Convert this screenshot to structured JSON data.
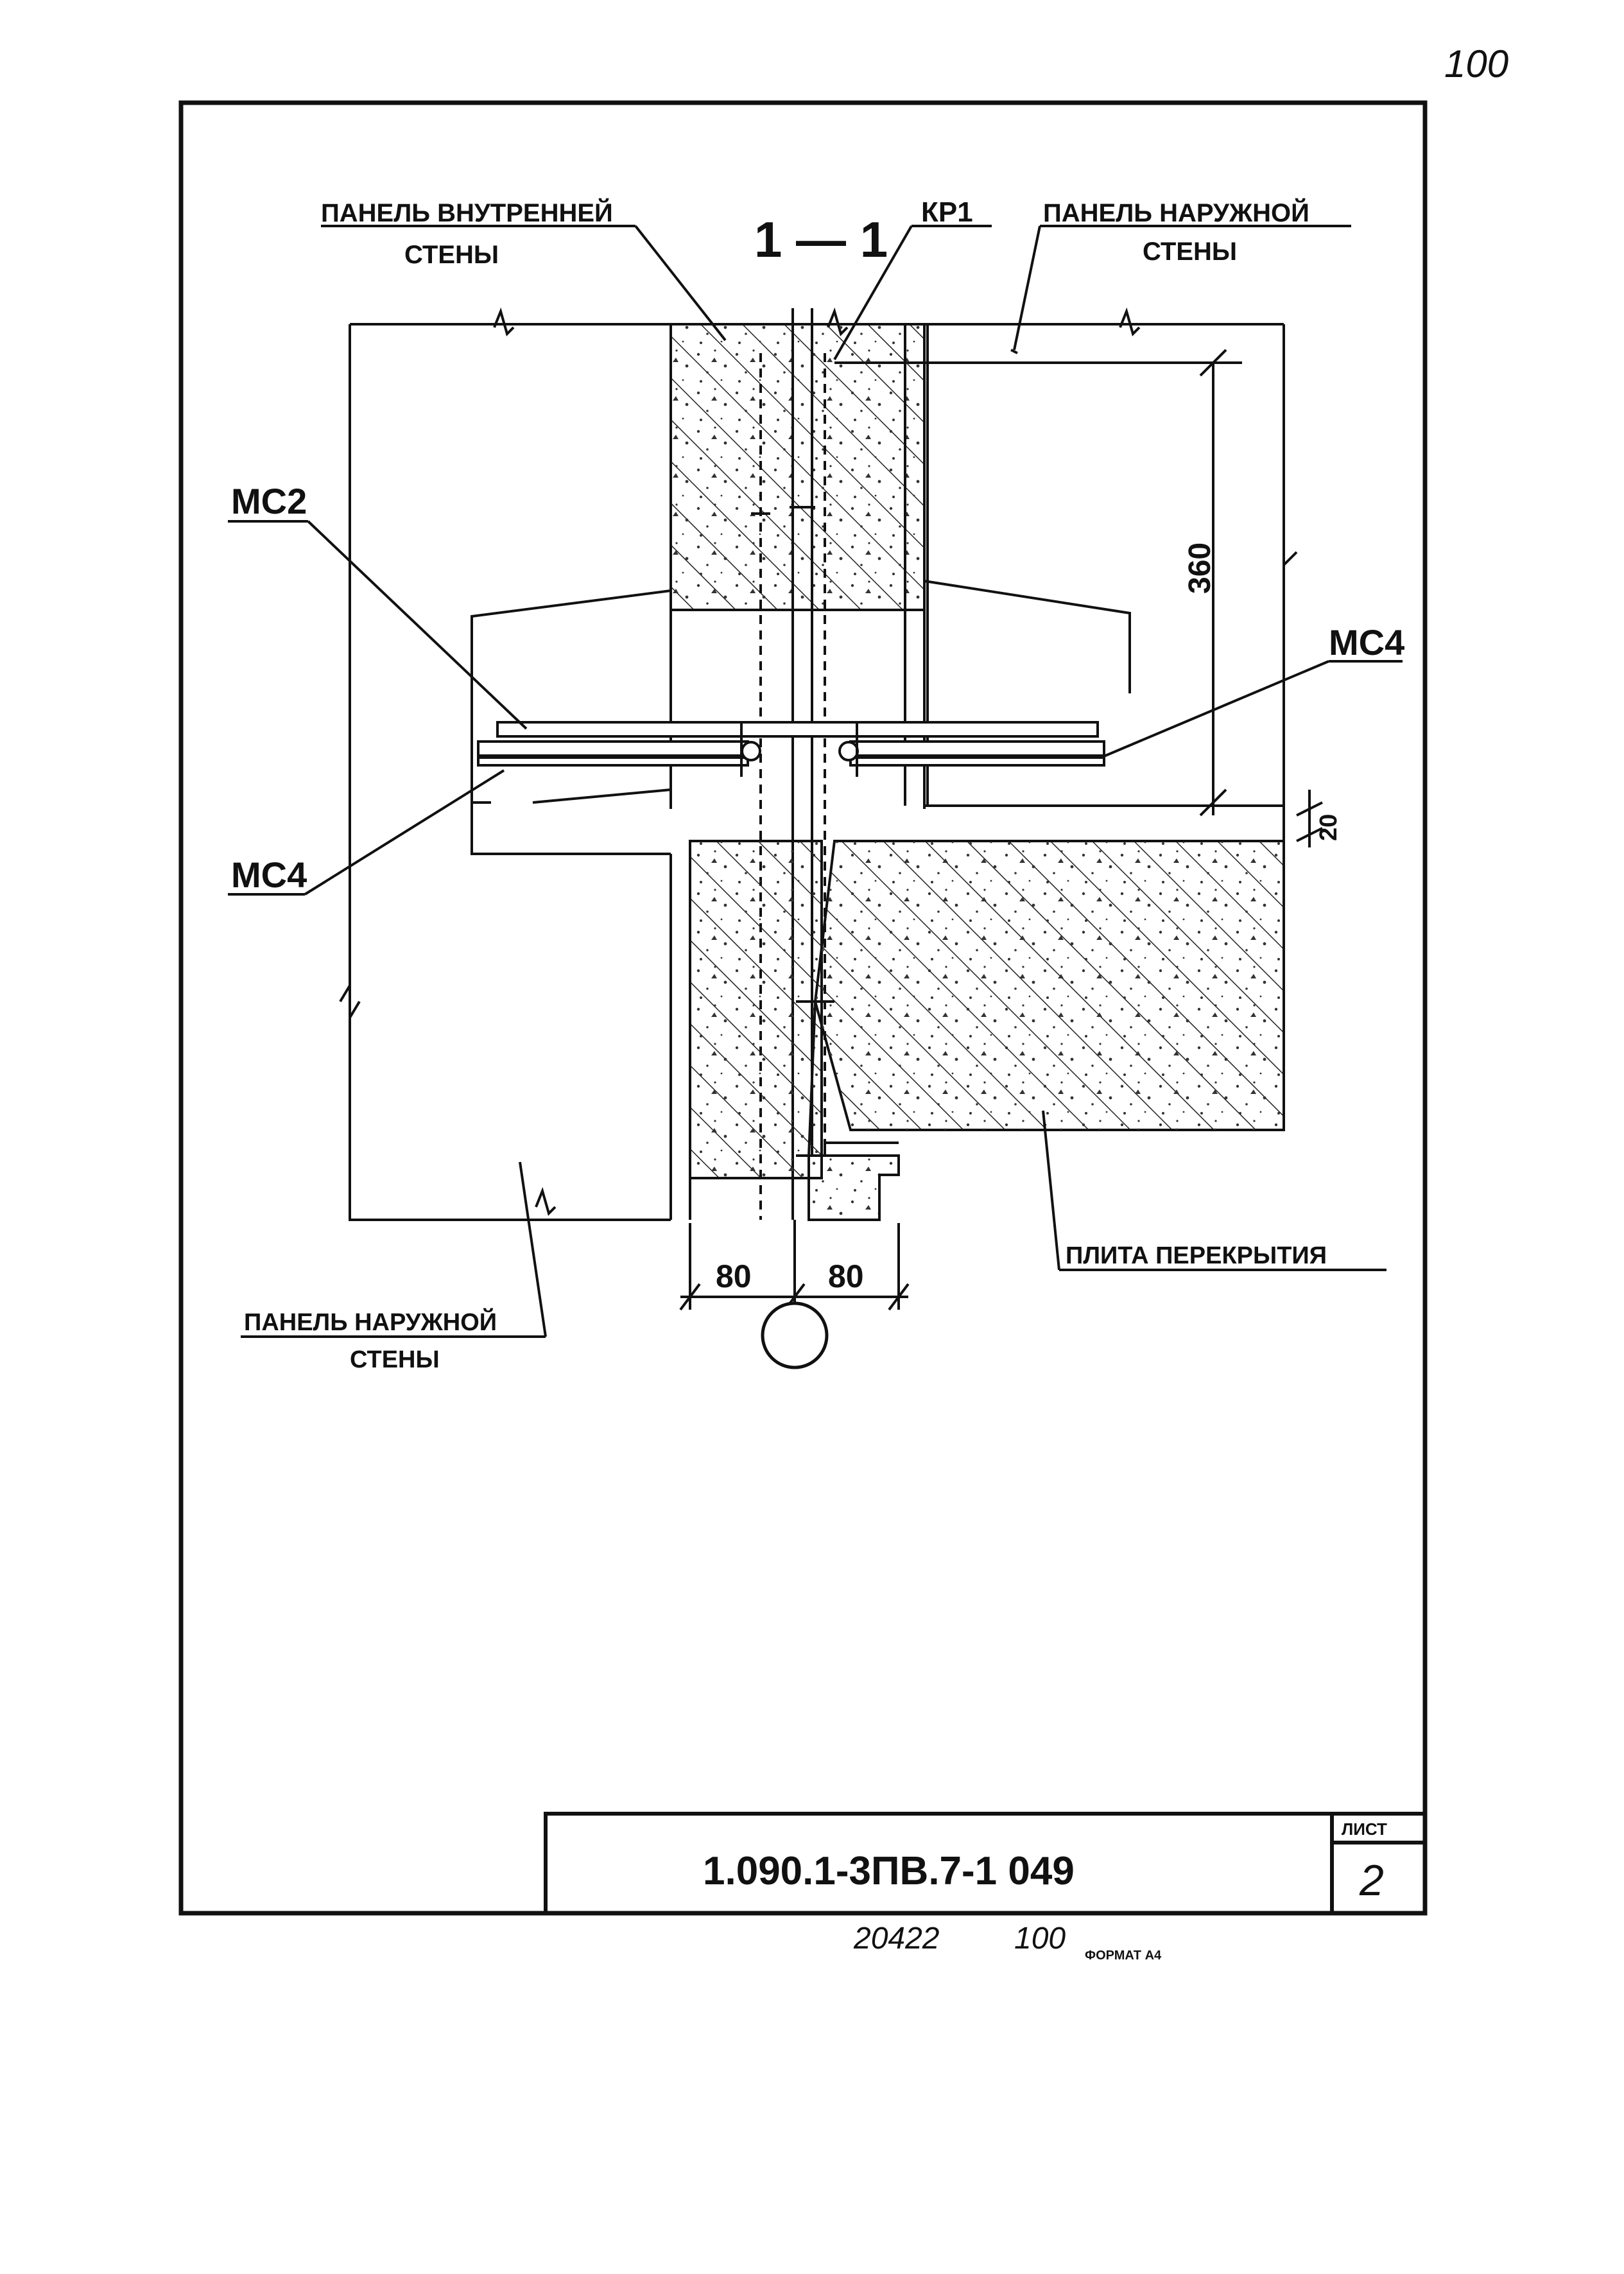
{
  "page_mark": "100",
  "section_title": "1 — 1",
  "labels": {
    "inner_panel_line1": "ПАНЕЛЬ ВНУТРЕННЕЙ",
    "inner_panel_line2": "СТЕНЫ",
    "kr1": "КР1",
    "outer_panel_top_line1": "ПАНЕЛЬ НАРУЖНОЙ",
    "outer_panel_top_line2": "СТЕНЫ",
    "mc2": "МС2",
    "mc4_right": "МС4",
    "mc4_left": "МС4",
    "slab": "ПЛИТА ПЕРЕКРЫТИЯ",
    "outer_panel_bottom_line1": "ПАНЕЛЬ НАРУЖНОЙ",
    "outer_panel_bottom_line2": "СТЕНЫ"
  },
  "dimensions": {
    "height_360": "360",
    "gap_20": "20",
    "left_80": "80",
    "right_80": "80"
  },
  "title_block": {
    "code": "1.090.1-3ПВ.7-1  049",
    "sheet_label": "ЛИСТ",
    "sheet_number": "2"
  },
  "footer": {
    "inventory_number": "20422",
    "inventory_page": "100",
    "format": "ФОРМАТ А4"
  }
}
